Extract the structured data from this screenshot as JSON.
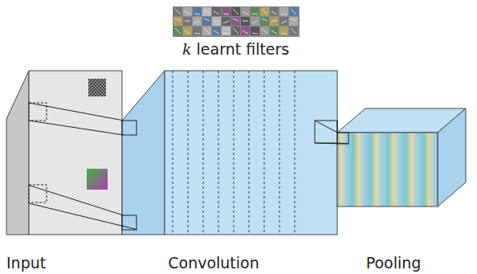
{
  "diagram": {
    "nodes": [
      {
        "text": [
          "Input"
        ]
      },
      {
        "text": [
          "Convolution"
        ]
      },
      {
        "text": [
          "Pooling"
        ]
      }
    ],
    "edges": [
      {
        "from": 0,
        "to": 1,
        "arrow": "none"
      },
      {
        "from": 1,
        "to": 2,
        "arrow": "none"
      }
    ],
    "labels": [
      "k learnt filters"
    ]
  }
}
